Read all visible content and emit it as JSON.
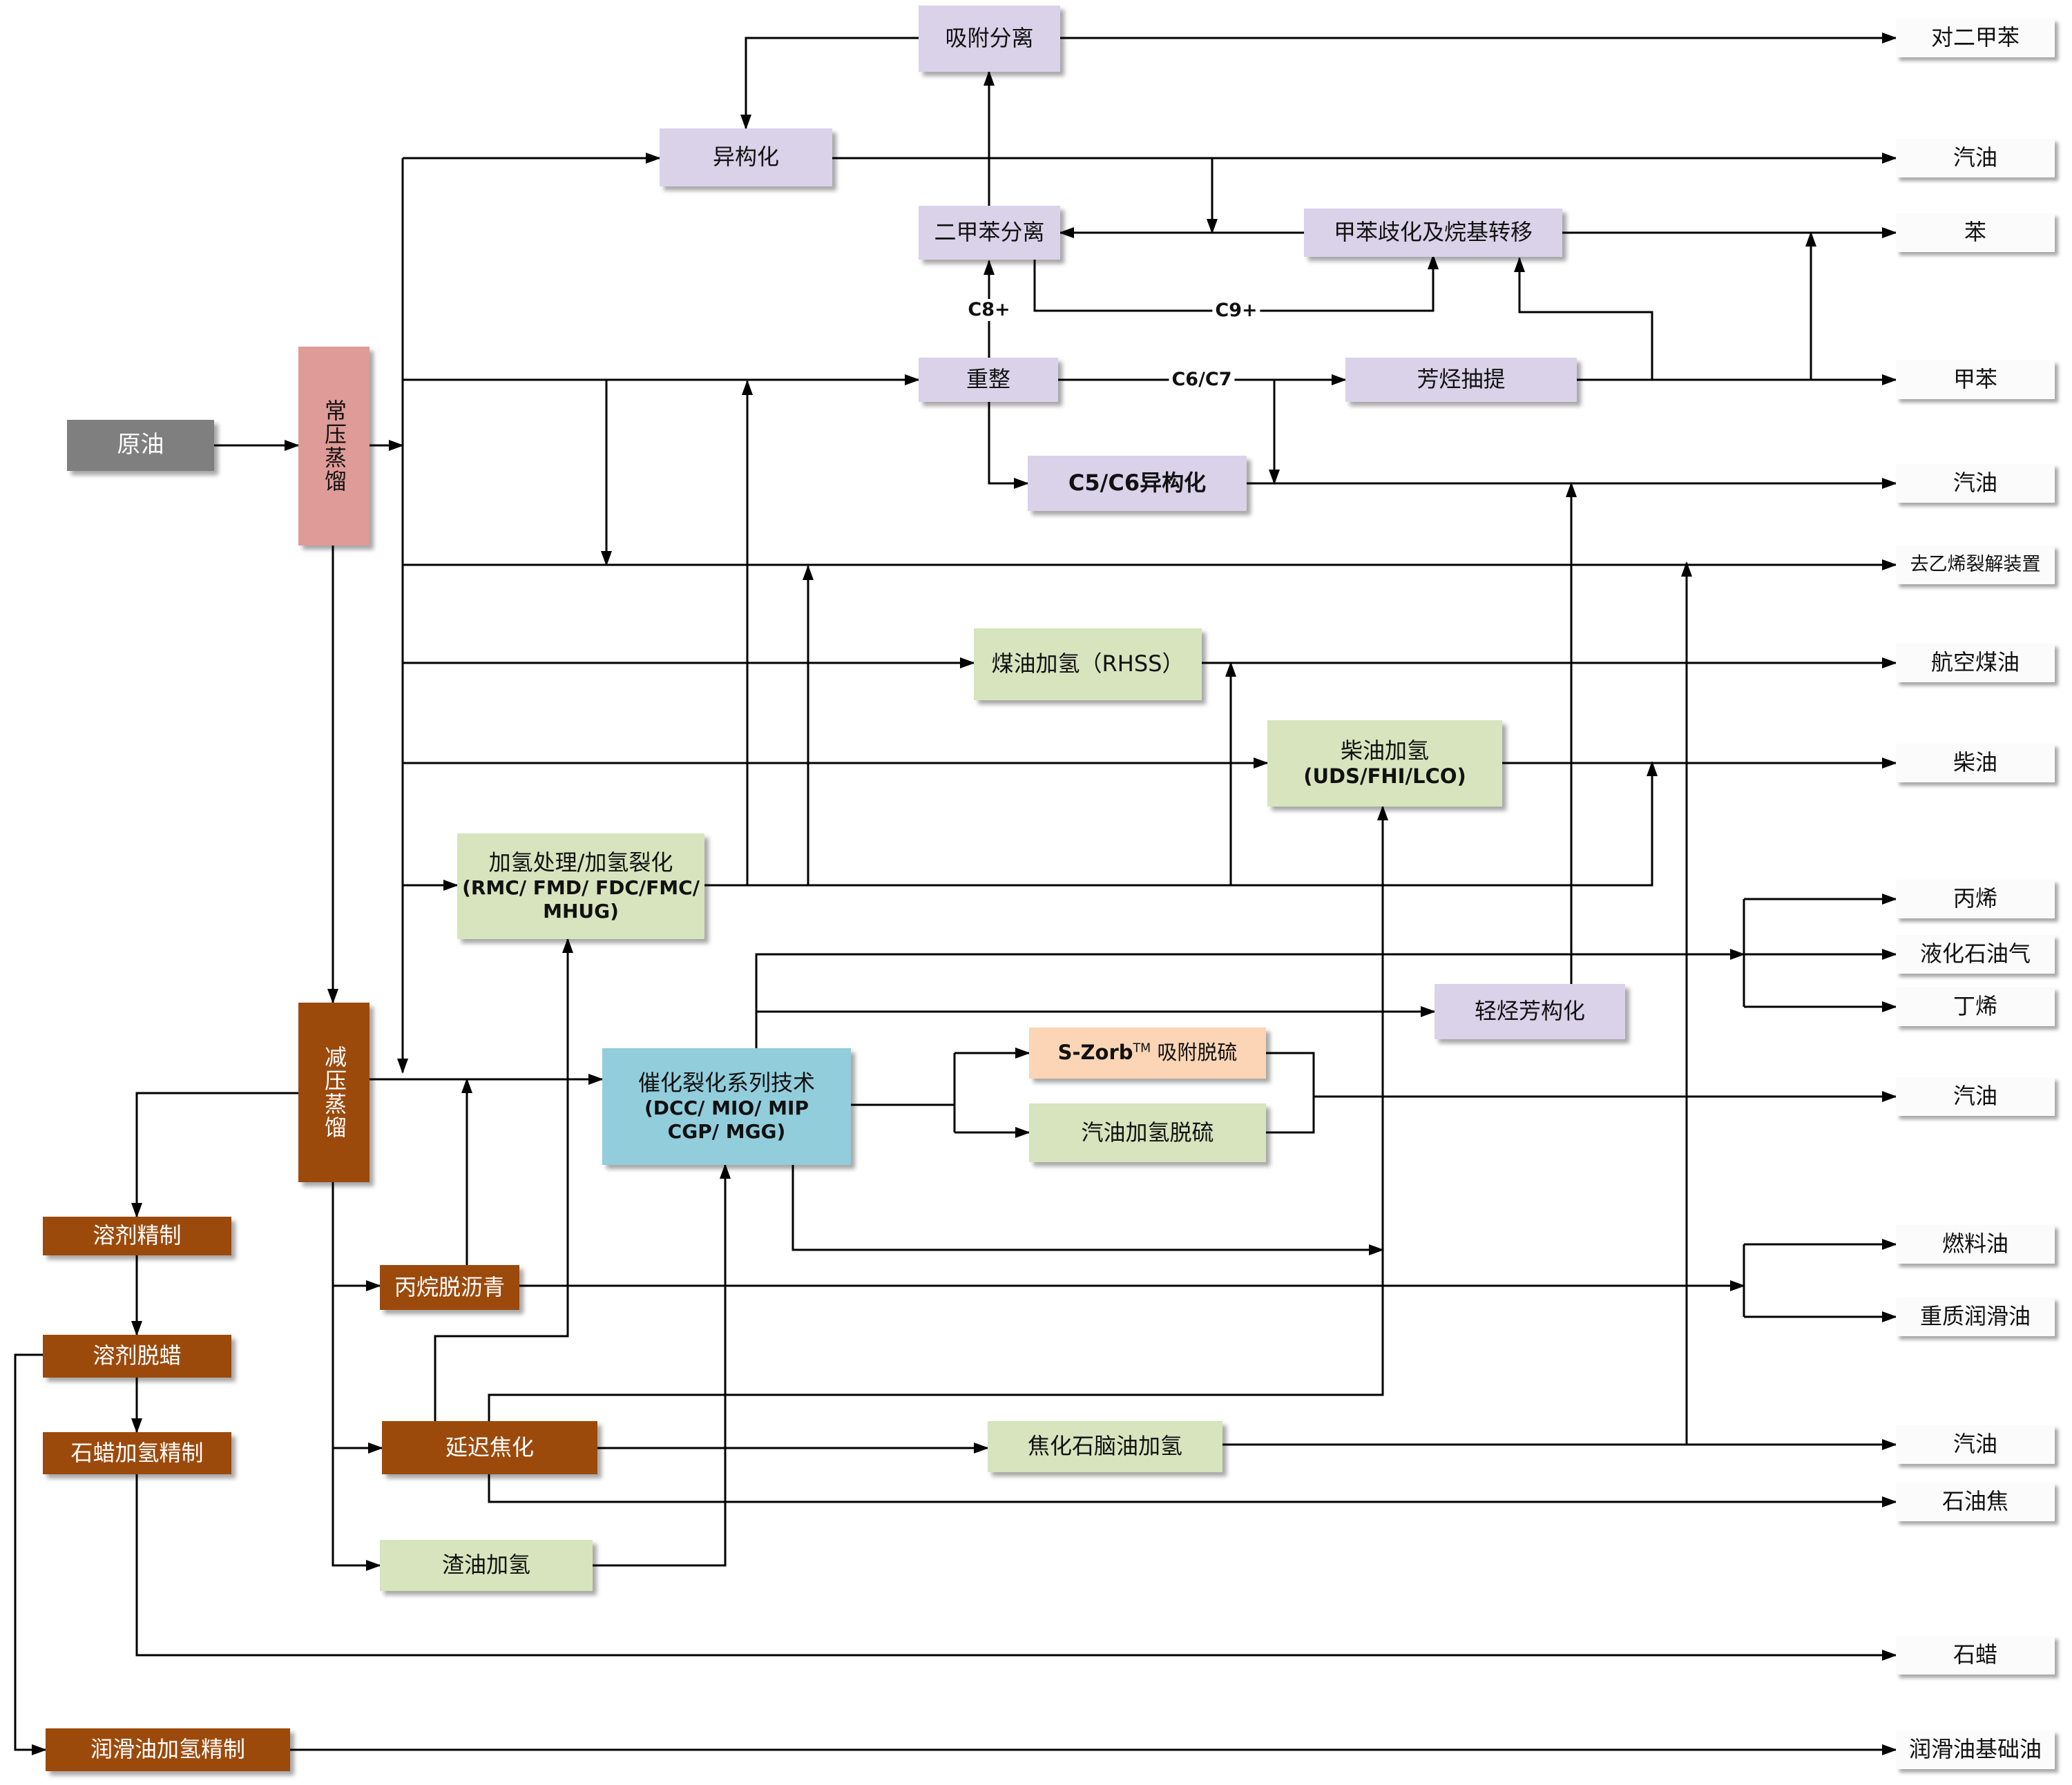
{
  "nodes": {
    "crude": "原油",
    "atm": "常压蒸馏",
    "vac": "减压蒸馏",
    "adsorb": "吸附分离",
    "isom": "异构化",
    "xylene_sep": "二甲苯分离",
    "toluene_disp": "甲苯歧化及烷基转移",
    "reform": "重整",
    "arom_ext": "芳烃抽提",
    "c5c6_isom": "C5/C6异构化",
    "kero_hydro": "煤油加氢（RHSS）",
    "diesel_hydro": [
      "柴油加氢",
      "(UDS/FHI/LCO)"
    ],
    "hydrocrack": [
      "加氢处理/加氢裂化",
      "(RMC/ FMD/ FDC/FMC/",
      "MHUG)"
    ],
    "light_arom": "轻烃芳构化",
    "fcc": [
      "催化裂化系列技术",
      "(DCC/ MIO/ MIP",
      "CGP/ MGG)"
    ],
    "szorb_main": "S-Zorb",
    "szorb_tm": "TM",
    "szorb_rest": " 吸附脱硫",
    "gas_hydro": "汽油加氢脱硫",
    "solvent_refine": "溶剂精制",
    "solvent_dewax": "溶剂脱蜡",
    "wax_hydro": "石蜡加氢精制",
    "propane_deasph": "丙烷脱沥青",
    "coking": "延迟焦化",
    "coker_naphtha": "焦化石脑油加氢",
    "resid_hydro": "渣油加氢",
    "lube_hydro": "润滑油加氢精制"
  },
  "edge_labels": {
    "c8": "C8+",
    "c9": "C9+",
    "c6c7": "C6/C7"
  },
  "products": [
    "对二甲苯",
    "汽油",
    "苯",
    "甲苯",
    "汽油",
    "去乙烯裂解装置",
    "航空煤油",
    "柴油",
    "丙烯",
    "液化石油气",
    "丁烯",
    "汽油",
    "燃料油",
    "重质润滑油",
    "汽油",
    "石油焦",
    "石蜡",
    "润滑油基础油"
  ],
  "colors": {
    "purple": "#d9d2e9",
    "green": "#d7e4bd",
    "brown": "#9c4a0c",
    "pink": "#df9b97",
    "gray": "#7f7f7f",
    "blue": "#92cddc",
    "peach": "#fbd5b5",
    "line": "#000000"
  }
}
